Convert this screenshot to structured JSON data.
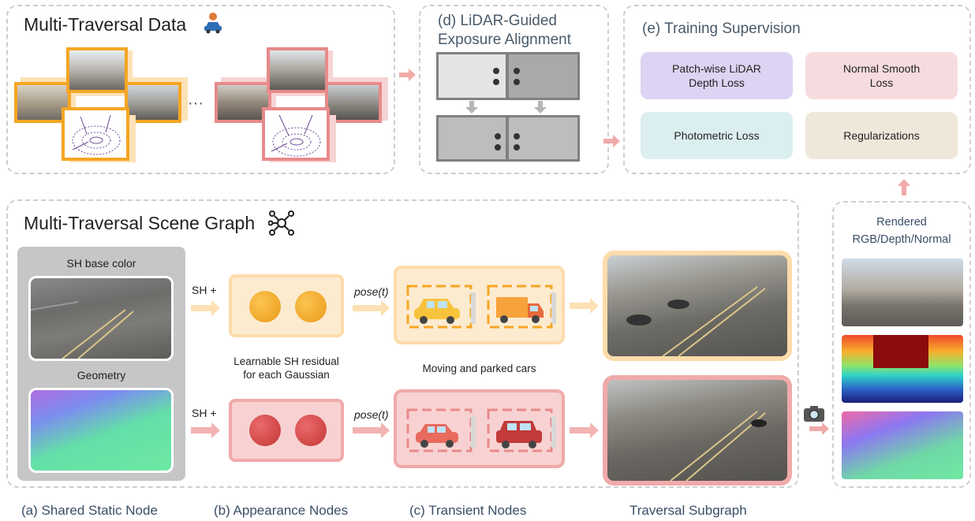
{
  "multi_traversal_data": {
    "title": "Multi-Traversal Data",
    "ellipsis": "···"
  },
  "exposure": {
    "title_line1": "(d) LiDAR-Guided",
    "title_line2": "Exposure Alignment"
  },
  "training": {
    "title": "(e) Training Supervision",
    "losses": [
      {
        "line1": "Patch-wise LiDAR",
        "line2": "Depth Loss"
      },
      {
        "line1": "Normal Smooth",
        "line2": "Loss"
      },
      {
        "line1": "Photometric Loss",
        "line2": ""
      },
      {
        "line1": "Regularizations",
        "line2": ""
      }
    ]
  },
  "scene_graph": {
    "title": "Multi-Traversal Scene Graph",
    "static_node": {
      "sh_label": "SH base color",
      "geometry_label": "Geometry"
    },
    "sh_plus_top": "SH +",
    "sh_plus_bottom": "SH +",
    "pose_top": "pose(t)",
    "pose_bottom": "pose(t)",
    "residual_line1": "Learnable SH residual",
    "residual_line2": "for each Gaussian",
    "cars_label": "Moving and parked cars"
  },
  "rendered": {
    "line1": "Rendered",
    "line2": "RGB/Depth/Normal"
  },
  "captions": {
    "a": "(a) Shared Static Node",
    "b": "(b) Appearance Nodes",
    "c": "(c) Transient Nodes",
    "traversal": "Traversal Subgraph"
  },
  "colors": {
    "orange": "#f5a623",
    "orange_light": "#fde9cc",
    "pink": "#e88a8a",
    "pink_light": "#f7d4d4",
    "purple": "#ddd3f2",
    "pink_loss": "#f7dcdf",
    "teal": "#dceff0",
    "beige": "#efe7da"
  }
}
